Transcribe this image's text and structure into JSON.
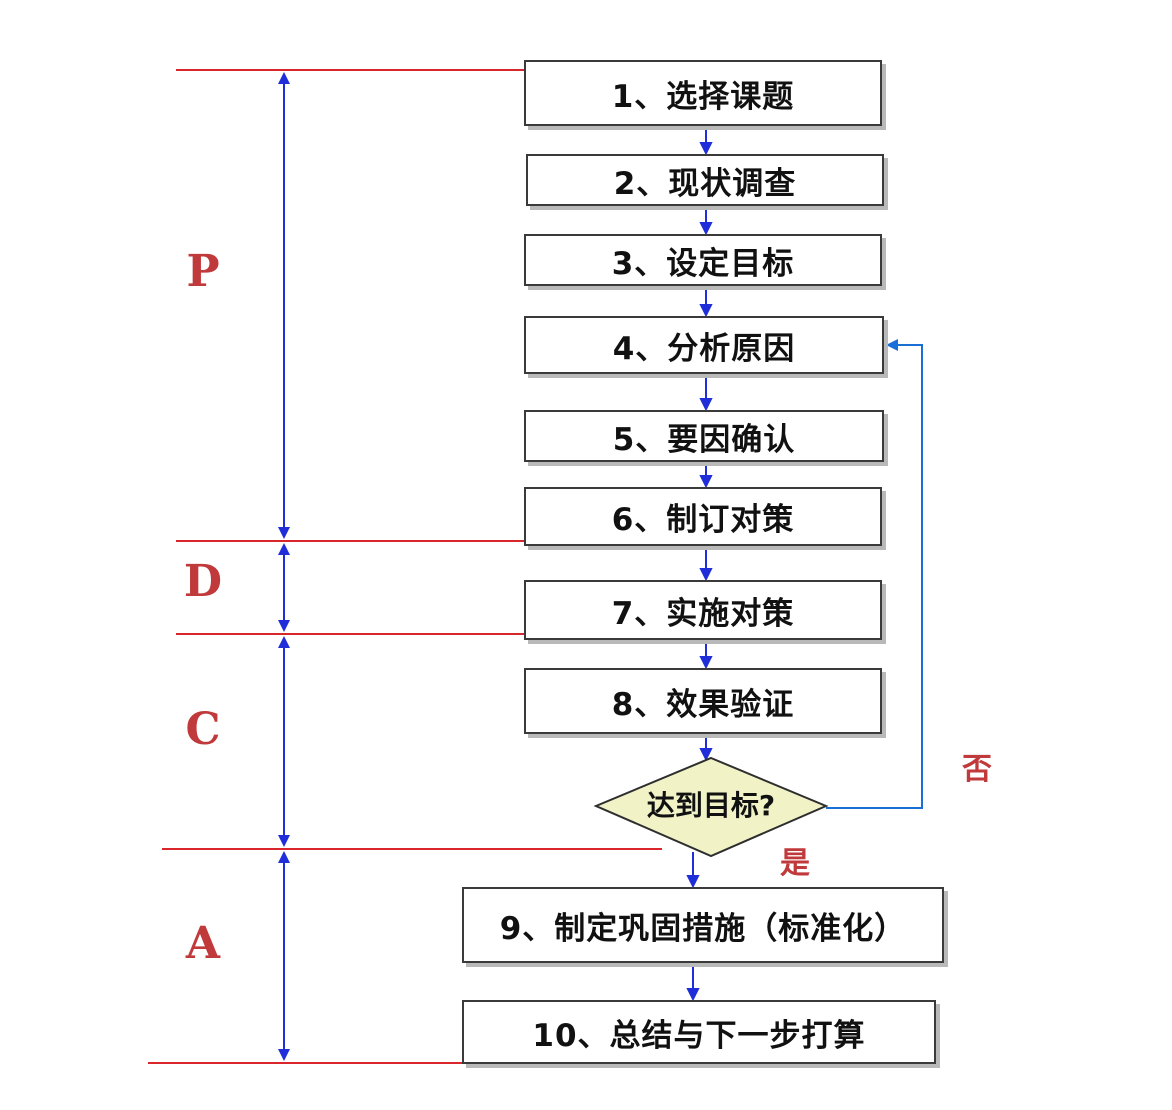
{
  "colors": {
    "phase_line": "#d9262b",
    "phase_text": "#c0393b",
    "bracket_arrow": "#1f2ed8",
    "flow_arrow": "#1f2ed8",
    "loop_line": "#1a6fd6",
    "box_border": "#3a3a3a",
    "decision_fill": "#f1f3c7"
  },
  "phases": {
    "p": "P",
    "d": "D",
    "c": "C",
    "a": "A"
  },
  "steps": {
    "s1": "1、选择课题",
    "s2": "2、现状调查",
    "s3": "3、设定目标",
    "s4": "4、分析原因",
    "s5": "5、要因确认",
    "s6": "6、制订对策",
    "s7": "7、实施对策",
    "s8": "8、效果验证",
    "s9": "9、制定巩固措施（标准化）",
    "s10": "10、总结与下一步打算"
  },
  "decision": {
    "question": "达到目标?",
    "no_label": "否",
    "yes_label": "是"
  }
}
